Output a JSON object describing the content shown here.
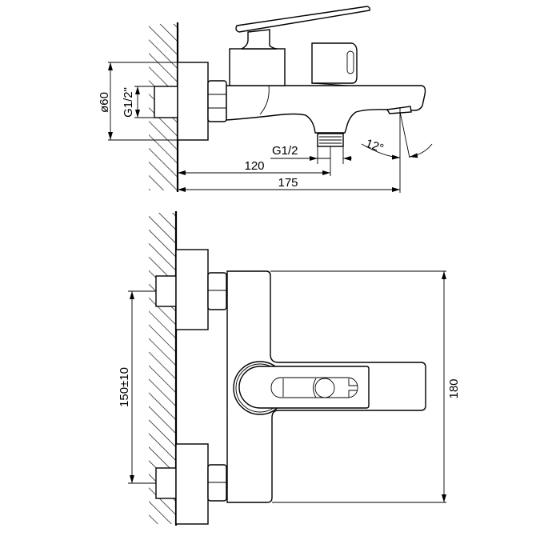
{
  "side_view": {
    "dim_flange_diameter": "ø60",
    "dim_inlet_thread": "G1/2\"",
    "dim_outlet_thread": "G1/2",
    "dim_outlet_distance": "120",
    "dim_total_projection": "175",
    "dim_spout_angle": "12°"
  },
  "front_view": {
    "dim_inlet_spacing": "150±10",
    "dim_body_height": "180"
  },
  "colors": {
    "line": "#000000",
    "background": "#ffffff"
  }
}
